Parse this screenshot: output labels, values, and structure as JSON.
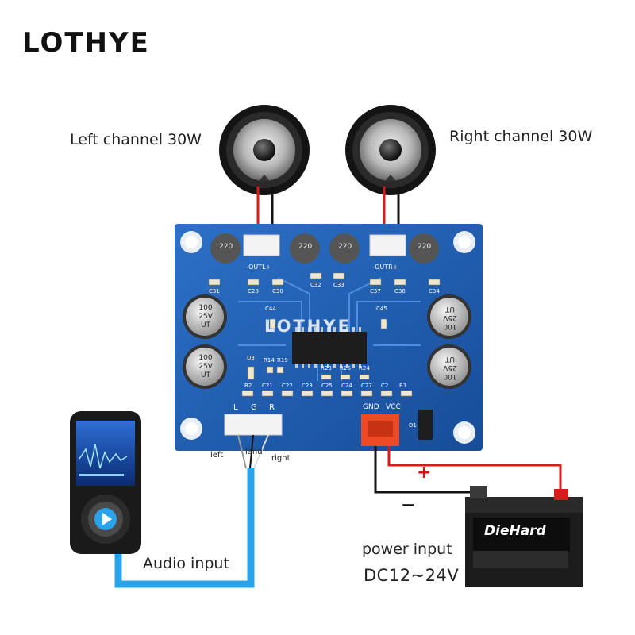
{
  "brand": "LOTHYE",
  "labels": {
    "left_channel": "Left channel 30W",
    "right_channel": "Right channel 30W",
    "audio_input": "Audio input",
    "power_input": "power input",
    "power_voltage": "DC12~24V",
    "plus": "+",
    "minus": "−"
  },
  "audio_wires": {
    "left": "left",
    "land": "land",
    "right": "right"
  },
  "board": {
    "silk_brand": "LOTHYE",
    "out_left": "-OUTL+",
    "out_right": "-OUTR+",
    "input_pins": [
      "L",
      "G",
      "R"
    ],
    "power_pins": [
      "GND",
      "VCC"
    ],
    "inductor_value": "220",
    "cap_lines": [
      "100",
      "25V",
      "UT"
    ],
    "components": [
      "C31",
      "C28",
      "C30",
      "C32",
      "C33",
      "C37",
      "C38",
      "C34",
      "C44",
      "C45",
      "D3",
      "R14",
      "R19",
      "R23",
      "R26",
      "R24",
      "R2",
      "C21",
      "C22",
      "C23",
      "C25",
      "C24",
      "C27",
      "C2",
      "R1",
      "D1"
    ]
  },
  "battery_brand": "DieHard",
  "colors": {
    "pcb": "#1f5fb4",
    "audio_cable": "#2aa3ea",
    "power_positive": "#d81b1b",
    "power_negative": "#111111"
  }
}
